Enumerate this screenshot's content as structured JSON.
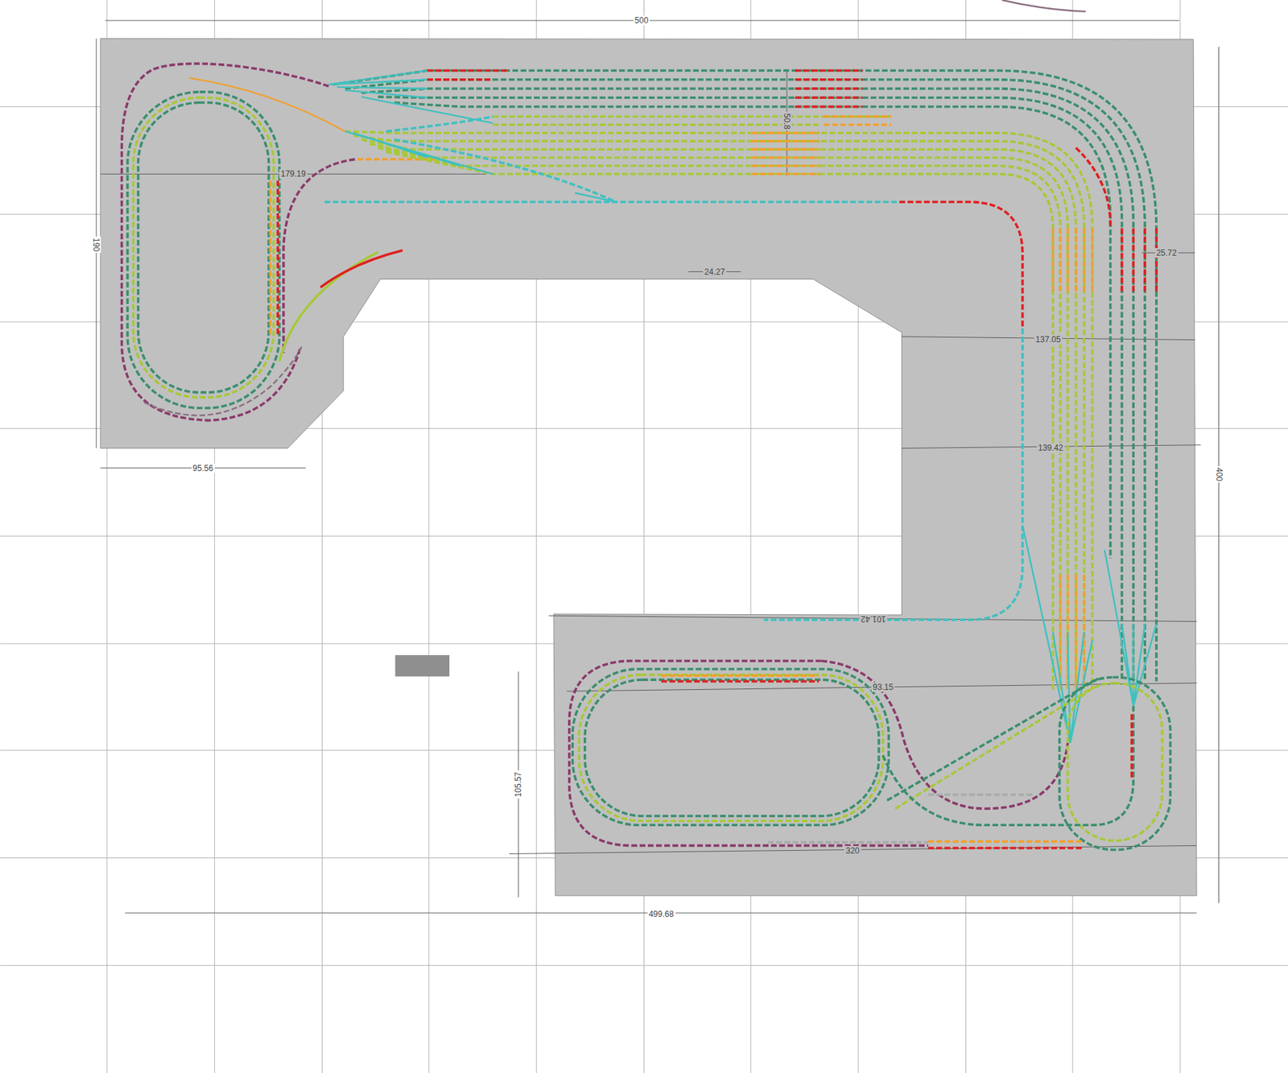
{
  "diagram": {
    "labels": [
      "500",
      "190",
      "179.19",
      "95.56",
      "24.27",
      "50.8",
      "25.72",
      "137.05",
      "139.42",
      "101.42",
      "93.15",
      "105.57",
      "320",
      "400",
      "499.68"
    ]
  }
}
